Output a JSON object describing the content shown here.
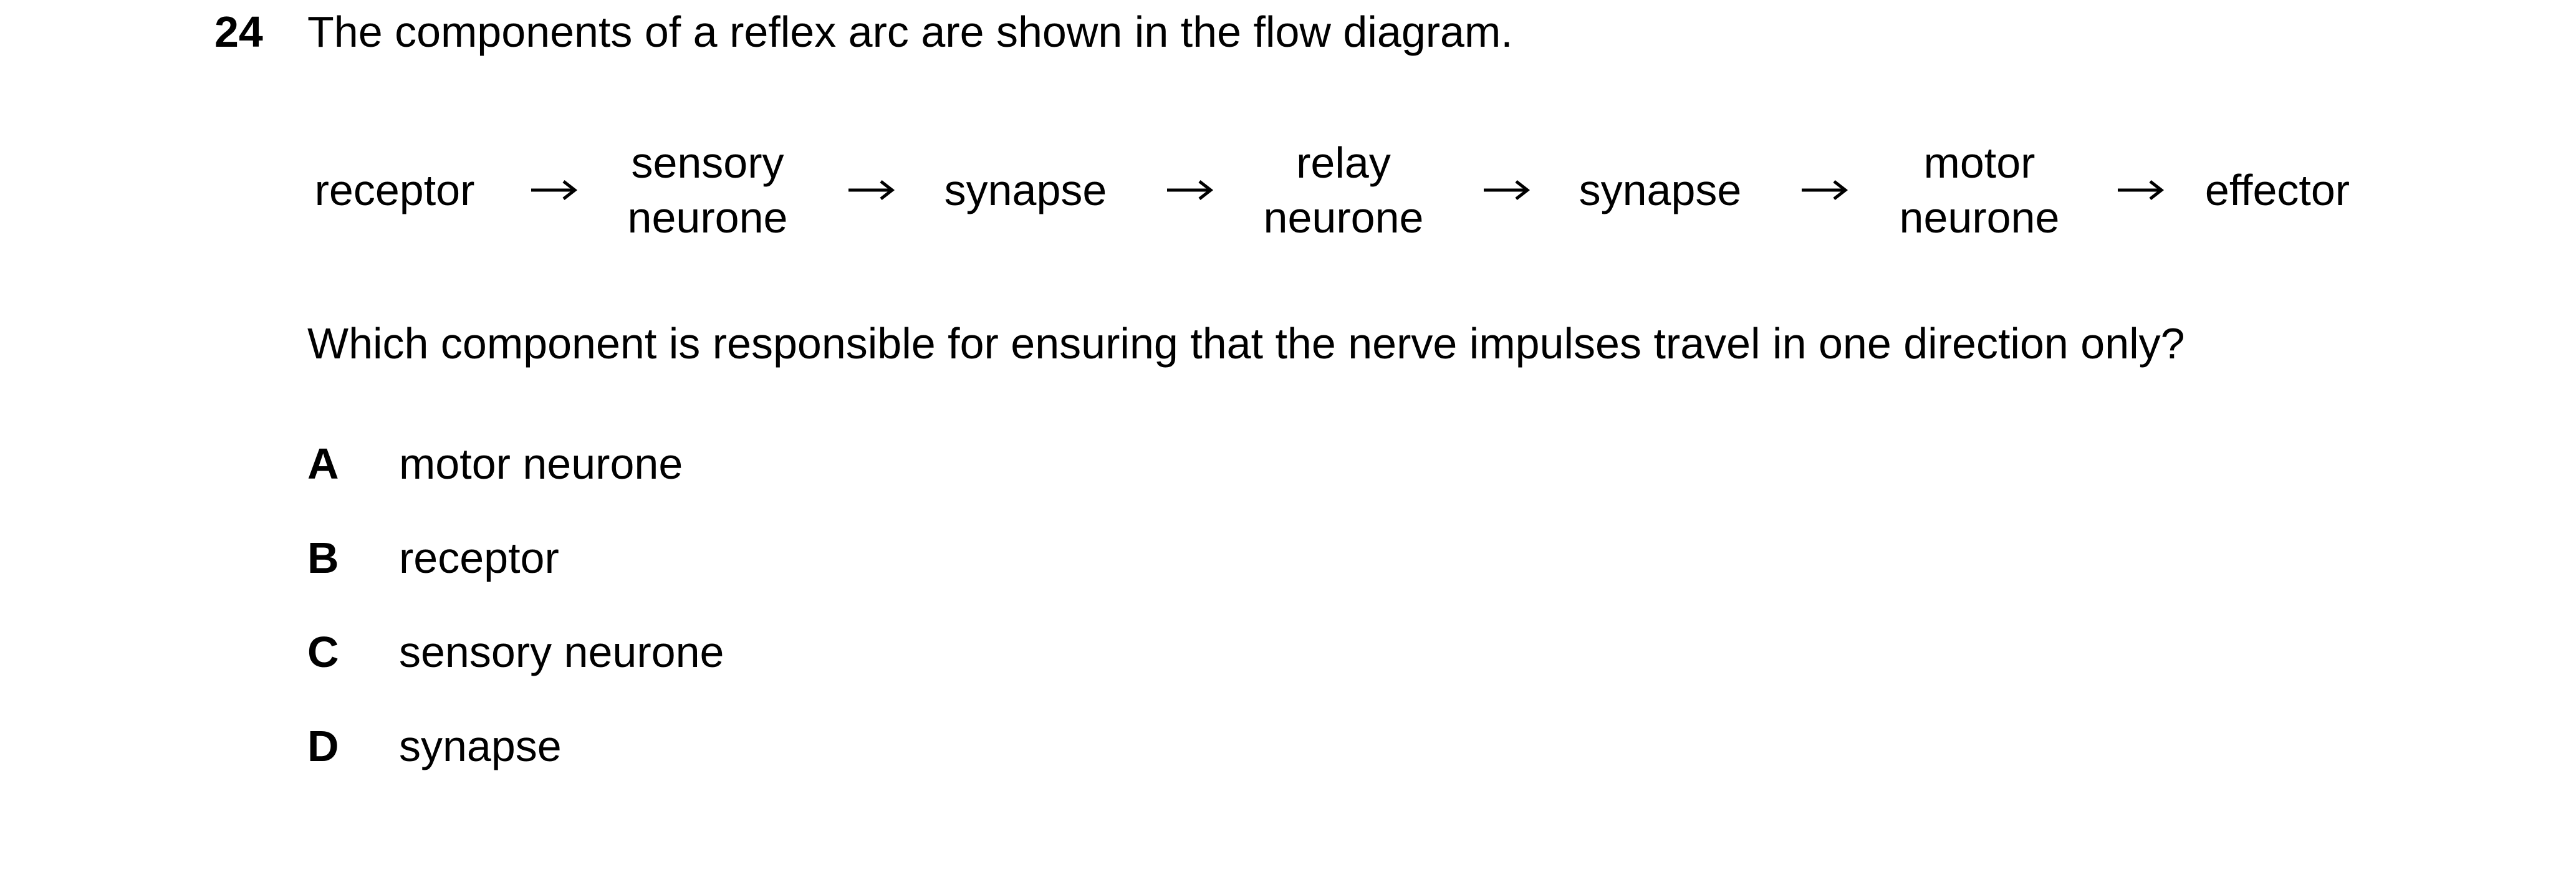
{
  "question": {
    "number": "24",
    "stem": "The components of a reflex arc are shown in the flow diagram.",
    "prompt": "Which component is responsible for ensuring that the nerve impulses travel in one direction only?"
  },
  "flow_diagram": {
    "nodes": [
      "receptor",
      "sensory\nneurone",
      "synapse",
      "relay\nneurone",
      "synapse",
      "motor\nneurone",
      "effector"
    ],
    "arrow_icon": "right-arrow-icon"
  },
  "options": [
    {
      "letter": "A",
      "text": "motor neurone"
    },
    {
      "letter": "B",
      "text": "receptor"
    },
    {
      "letter": "C",
      "text": "sensory neurone"
    },
    {
      "letter": "D",
      "text": "synapse"
    }
  ]
}
